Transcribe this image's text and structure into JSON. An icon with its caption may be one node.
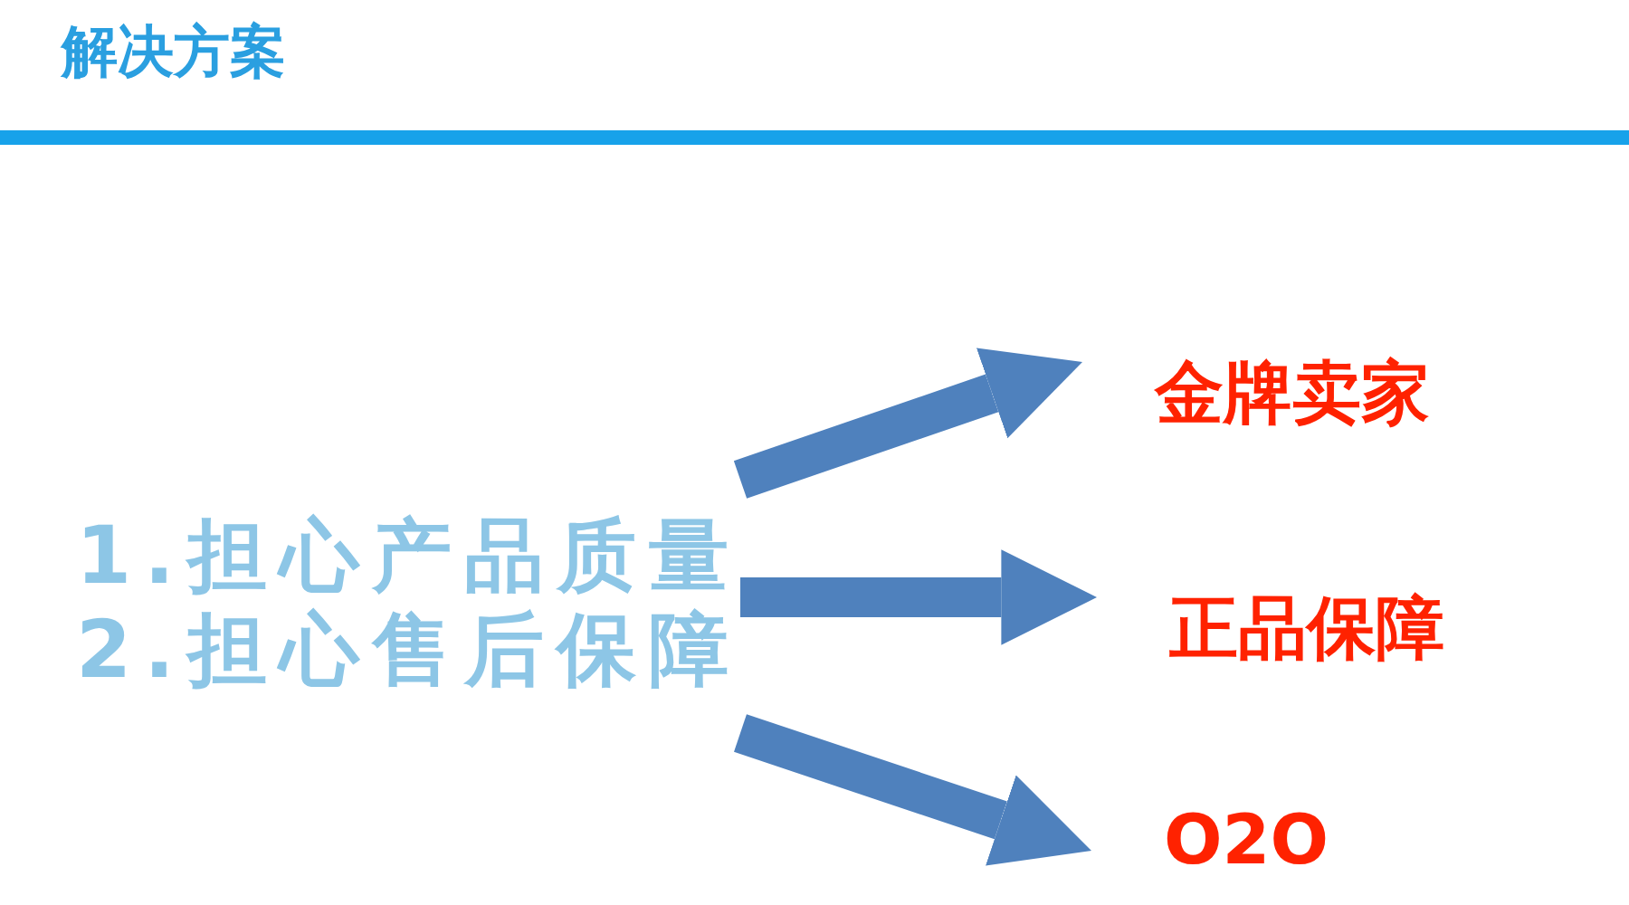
{
  "diagram": {
    "title": "解决方案",
    "nodes": [
      {
        "text": [
          "1.担心产品质量",
          "2.担心售后保障"
        ]
      },
      {
        "text": [
          "金牌卖家"
        ]
      },
      {
        "text": [
          "正品保障"
        ]
      },
      {
        "text": [
          "O2O"
        ]
      }
    ],
    "edges": [
      {
        "from": 0,
        "to": 1,
        "arrow": "to"
      },
      {
        "from": 0,
        "to": 2,
        "arrow": "to"
      },
      {
        "from": 0,
        "to": 3,
        "arrow": "to"
      }
    ]
  }
}
